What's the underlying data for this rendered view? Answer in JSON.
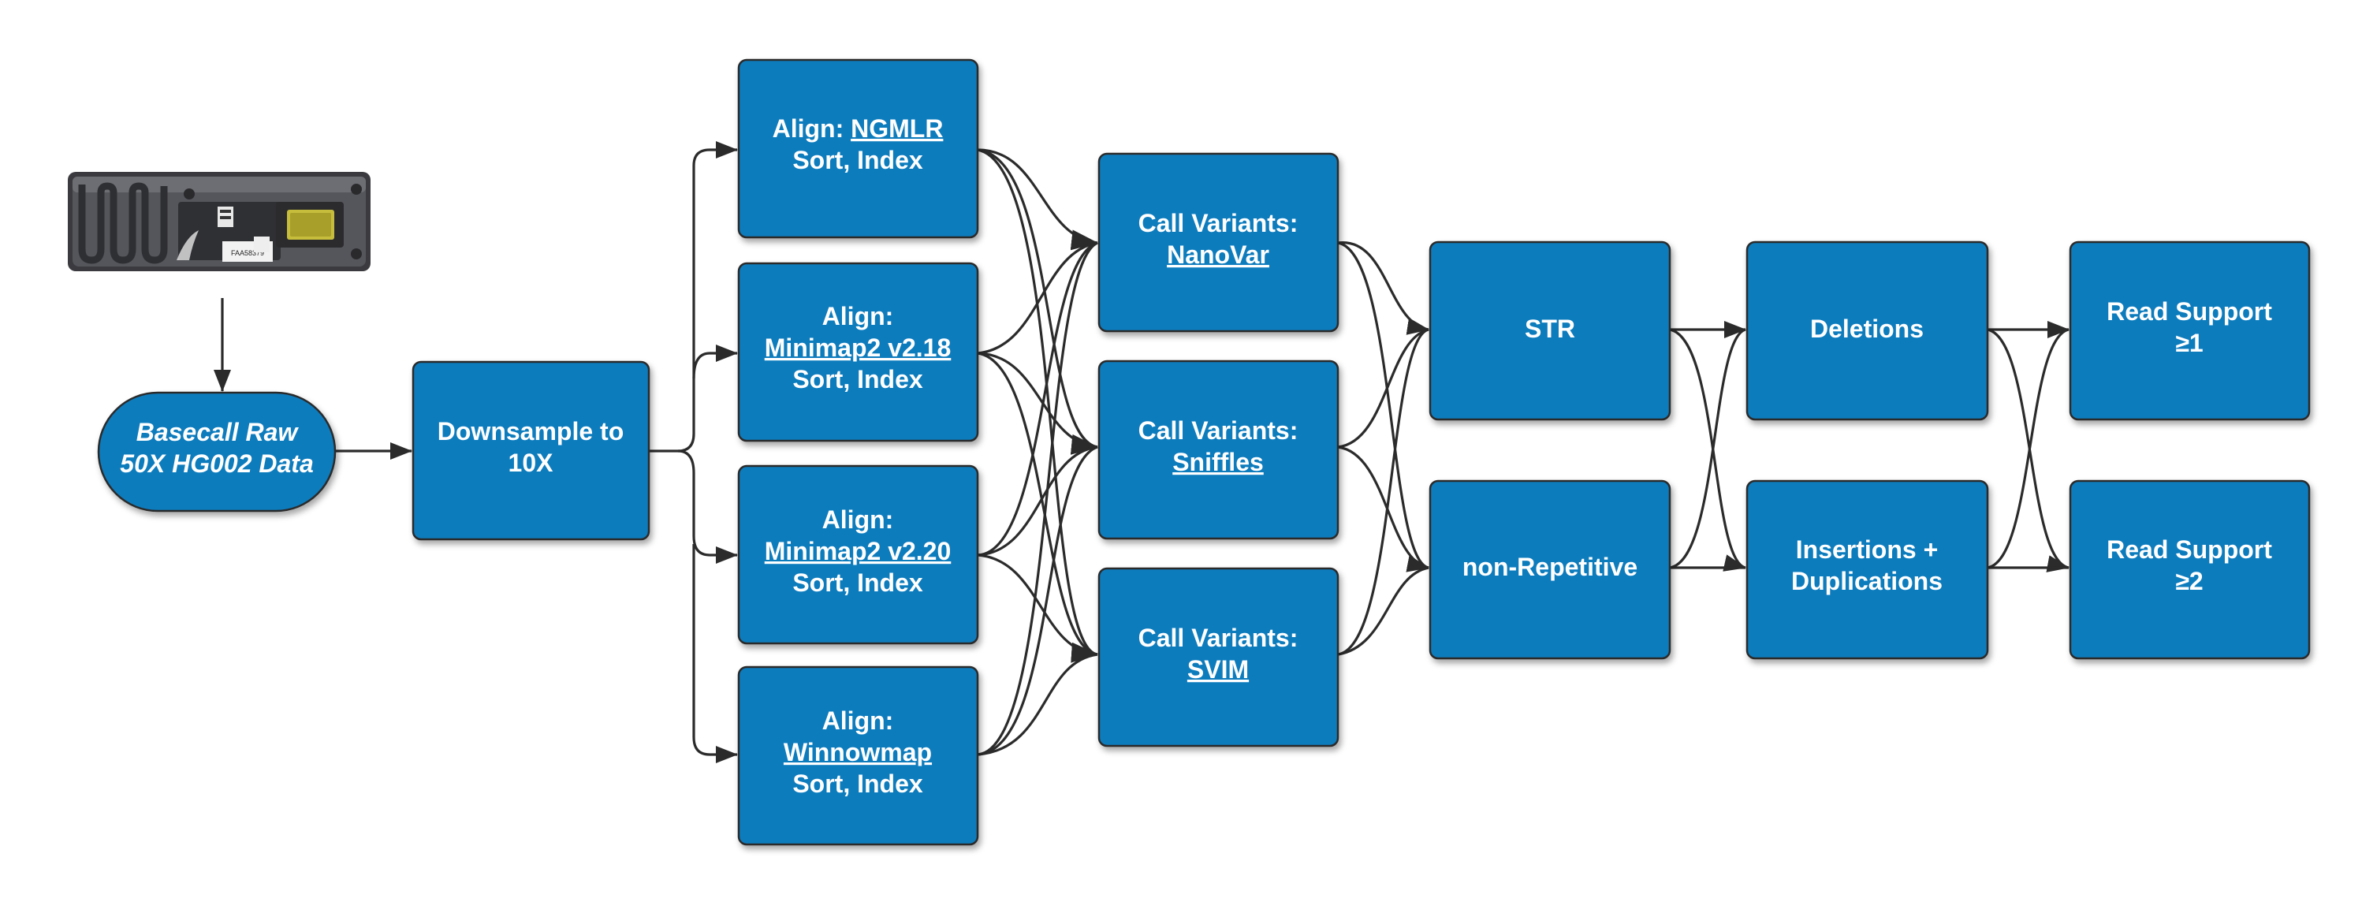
{
  "colors": {
    "node_fill": "#0f7bbd",
    "node_stroke": "#2a2a2a",
    "edge": "#2b2b2b",
    "label_text": "#ffffff",
    "background": "#ffffff"
  },
  "device": {
    "icon": "flow-cell-device-icon",
    "serial": "FAA58379"
  },
  "nodes": {
    "basecall": {
      "line1": "Basecall Raw",
      "line2": "50X HG002 Data"
    },
    "downsample": {
      "line1": "Downsample to",
      "line2": "10X"
    },
    "align_ngmlr": {
      "prefix": "Align: ",
      "tool": "NGMLR",
      "line2": "Sort, Index"
    },
    "align_mm218": {
      "line1": "Align:",
      "tool": "Minimap2 v2.18",
      "line3": "Sort, Index"
    },
    "align_mm220": {
      "line1": "Align:",
      "tool": "Minimap2 v2.20",
      "line3": "Sort, Index"
    },
    "align_winnowmap": {
      "line1": "Align:",
      "tool": "Winnowmap",
      "line3": "Sort, Index"
    },
    "call_nanovar": {
      "line1": "Call Variants:",
      "tool": "NanoVar"
    },
    "call_sniffles": {
      "line1": "Call Variants:",
      "tool": "Sniffles"
    },
    "call_svim": {
      "line1": "Call Variants:",
      "tool": "SVIM"
    },
    "str": {
      "label": "STR"
    },
    "nonrep": {
      "label": "non-Repetitive"
    },
    "deletions": {
      "label": "Deletions"
    },
    "insertions": {
      "line1": "Insertions +",
      "line2": "Duplications"
    },
    "support1": {
      "line1": "Read Support",
      "line2": "≥1"
    },
    "support2": {
      "line1": "Read Support",
      "line2": "≥2"
    }
  }
}
